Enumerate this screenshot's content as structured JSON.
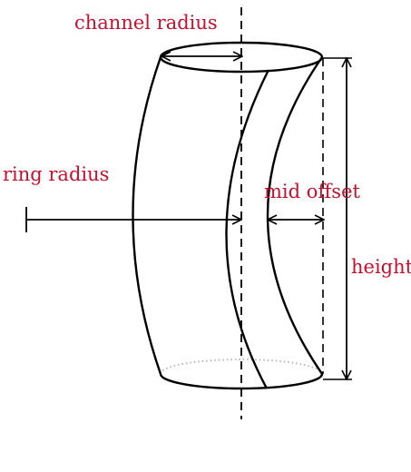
{
  "colors": {
    "label": "#c8102e",
    "line": "#000000",
    "hidden_edge": "#b8b8b8"
  },
  "labels": {
    "channel_radius": "channel radius",
    "ring_radius": "ring radius",
    "mid_offset": "mid offset",
    "height": "height"
  }
}
